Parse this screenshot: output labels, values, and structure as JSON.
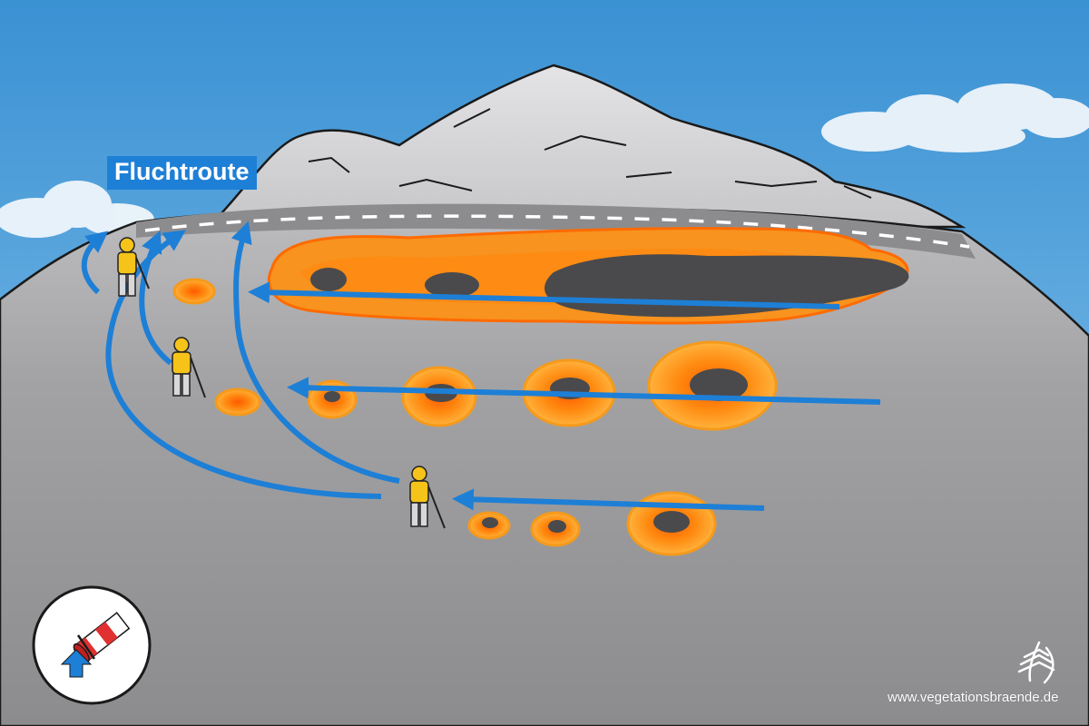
{
  "scene": {
    "route_label": "Fluchtroute",
    "credit": "www.vegetationsbraende.de"
  },
  "colors": {
    "sky_top": "#3d95d6",
    "sky_bottom": "#8cc5ec",
    "ground": "#9a9a9c",
    "mountain": "#d2d2d4",
    "road": "#8a8a8c",
    "arrow": "#1e7fd6",
    "fire_outer": "#f59a1c",
    "fire_inner": "#ff6a00",
    "burnt": "#4a4a4c",
    "jacket": "#f5c31a"
  },
  "icons": {
    "wind": "windsock-icon",
    "wind_direction": "up-arrow-icon",
    "logo": "tree-flame-logo"
  }
}
